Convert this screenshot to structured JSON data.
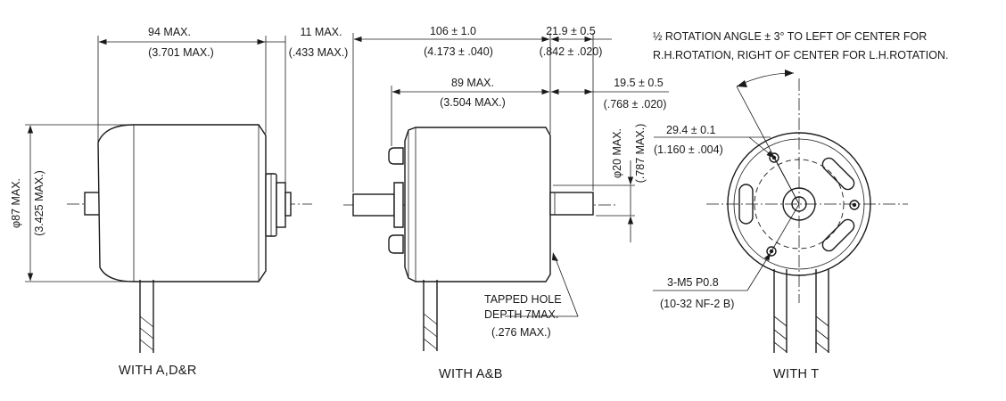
{
  "views": {
    "left": {
      "caption": "WITH A,D&R"
    },
    "middle": {
      "caption": "WITH A&B"
    },
    "right": {
      "caption": "WITH T"
    }
  },
  "dimensions": {
    "length_94": {
      "value": "94 MAX.",
      "inch": "(3.701 MAX.)"
    },
    "shaft_11": {
      "value": "11 MAX.",
      "inch": "(.433 MAX.)"
    },
    "diameter_87": {
      "value": "φ87 MAX.",
      "inch": "(3.425 MAX.)"
    },
    "overall_106": {
      "value": "106 ± 1.0",
      "inch": "(4.173 ± .040)"
    },
    "shaft_21_9": {
      "value": "21.9 ± 0.5",
      "inch": "(.842 ± .020)"
    },
    "body_89": {
      "value": "89 MAX.",
      "inch": "(3.504 MAX.)"
    },
    "shaft_19_5": {
      "value": "19.5 ± 0.5",
      "inch": "(.768 ± .020)"
    },
    "hub_20": {
      "value": "φ20 MAX.",
      "inch": "(.787 MAX.)"
    },
    "bolt_29_4": {
      "value": "29.4 ± 0.1",
      "inch": "(1.160 ± .004)"
    }
  },
  "notes": {
    "rotation_line1": "½ ROTATION ANGLE ± 3° TO LEFT OF CENTER FOR",
    "rotation_line2": "R.H.ROTATION, RIGHT OF CENTER FOR L.H.ROTATION.",
    "tapped_line1": "TAPPED HOLE",
    "tapped_line2": "DEPTH 7MAX.",
    "tapped_line3": "(.276 MAX.)",
    "thread_line1": "3-M5  P0.8",
    "thread_line2": "(10-32 NF-2 B)"
  }
}
